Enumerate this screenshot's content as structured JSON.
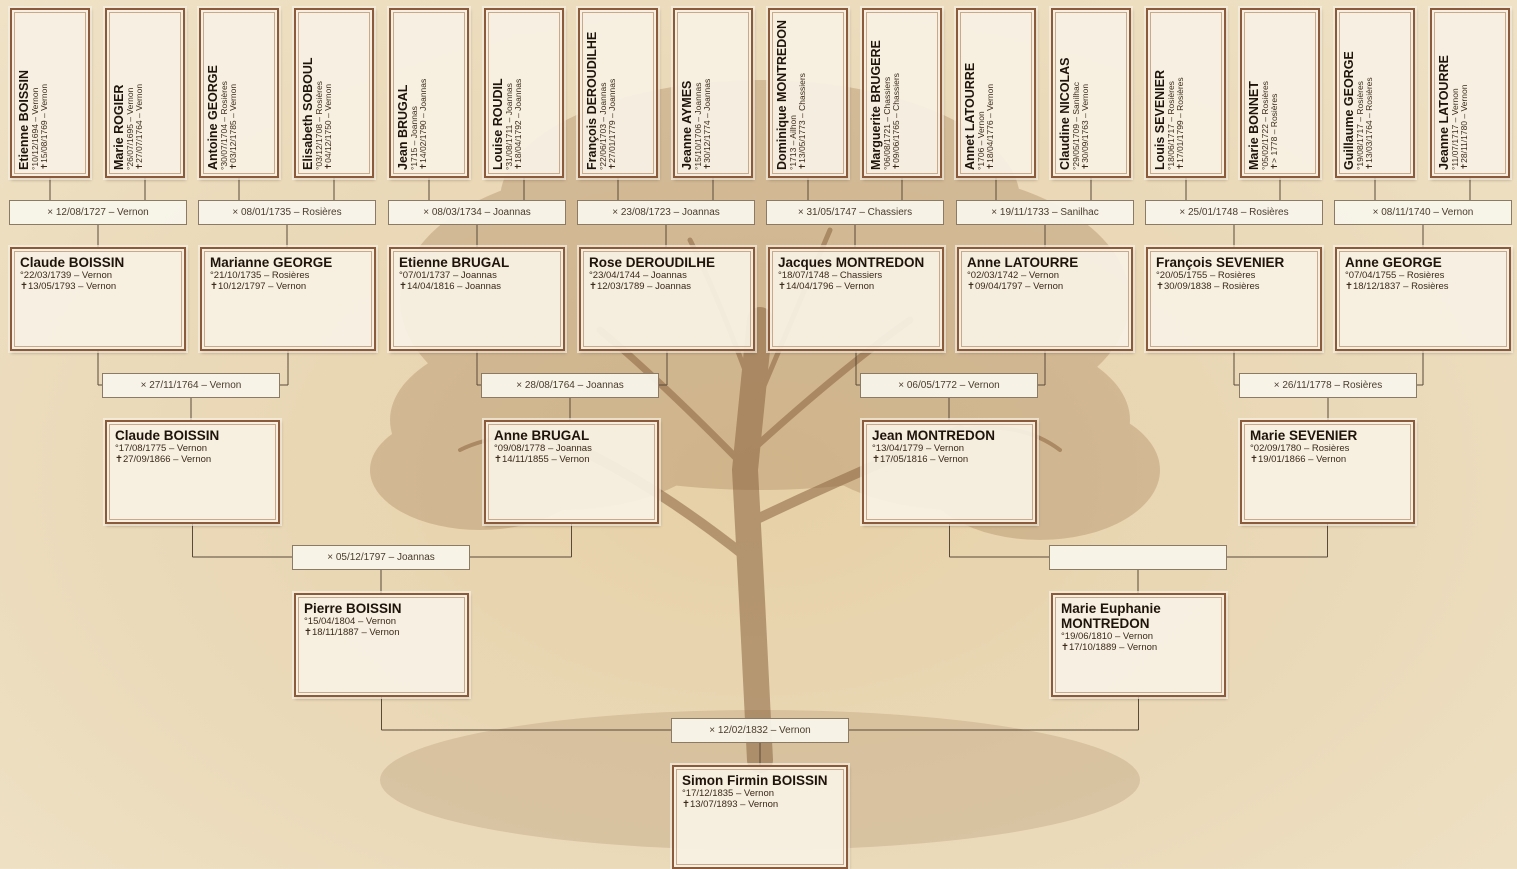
{
  "gen4": [
    {
      "name": "Etienne BOISSIN",
      "birth": "°10/12/1694 – Vernon",
      "death": "✝15/08/1769 – Vernon"
    },
    {
      "name": "Marie ROGIER",
      "birth": "°26/07/1695 – Vernon",
      "death": "✝27/07/1764 – Vernon"
    },
    {
      "name": "Antoine GEORGE",
      "birth": "°30/07/1704 – Rosières",
      "death": "✝03/12/1785 – Vernon"
    },
    {
      "name": "Elisabeth SOBOUL",
      "birth": "°03/12/1708 – Rosières",
      "death": "✝04/12/1750 – Vernon"
    },
    {
      "name": "Jean BRUGAL",
      "birth": "°1715 – Joannas",
      "death": "✝14/02/1790 – Joannas"
    },
    {
      "name": "Louise ROUDIL",
      "birth": "°31/08/1711 – Joannas",
      "death": "✝18/04/1792 – Joannas"
    },
    {
      "name": "François DEROUDILHE",
      "birth": "°22/06/1703 – Joannas",
      "death": "✝27/01/1779 – Joannas"
    },
    {
      "name": "Jeanne AYMES",
      "birth": "°15/10/1706 – Joannas",
      "death": "✝30/12/1774 – Joannas"
    },
    {
      "name": "Dominique MONTREDON",
      "birth": "°1713 – Ailhon",
      "death": "✝13/05/1773 – Chassiers"
    },
    {
      "name": "Marguerite BRUGERE",
      "birth": "°06/08/1721 – Chassiers",
      "death": "✝09/06/1765 – Chassiers"
    },
    {
      "name": "Annet LATOURRE",
      "birth": "°1706 – Vernon",
      "death": "✝18/04/1776 – Vernon"
    },
    {
      "name": "Claudine NICOLAS",
      "birth": "°29/05/1709 – Sanilhac",
      "death": "✝30/09/1763 – Vernon"
    },
    {
      "name": "Louis SEVENIER",
      "birth": "°18/06/1717 – Rosières",
      "death": "✝17/01/1799 – Rosières"
    },
    {
      "name": "Marie BONNET",
      "birth": "°05/02/1722 – Rosières",
      "death": "✝> 1778 – Rosières"
    },
    {
      "name": "Guillaume GEORGE",
      "birth": "°19/08/1717 – Rosières",
      "death": "✝13/03/1764 – Rosières"
    },
    {
      "name": "Jeanne LATOURRE",
      "birth": "°11/07/1717 – Vernon",
      "death": "✝28/11/1780 – Vernon"
    }
  ],
  "marriages4": [
    "× 12/08/1727 – Vernon",
    "× 08/01/1735 – Rosières",
    "× 08/03/1734 – Joannas",
    "× 23/08/1723 – Joannas",
    "× 31/05/1747 – Chassiers",
    "× 19/11/1733 – Sanilhac",
    "× 25/01/1748 – Rosières",
    "× 08/11/1740 – Vernon"
  ],
  "gen3": [
    {
      "name": "Claude BOISSIN",
      "birth": "°22/03/1739 – Vernon",
      "death": "✝13/05/1793 – Vernon"
    },
    {
      "name": "Marianne GEORGE",
      "birth": "°21/10/1735 – Rosières",
      "death": "✝10/12/1797 – Vernon"
    },
    {
      "name": "Etienne BRUGAL",
      "birth": "°07/01/1737 – Joannas",
      "death": "✝14/04/1816 – Joannas"
    },
    {
      "name": "Rose DEROUDILHE",
      "birth": "°23/04/1744 – Joannas",
      "death": "✝12/03/1789 – Joannas"
    },
    {
      "name": "Jacques MONTREDON",
      "birth": "°18/07/1748 – Chassiers",
      "death": "✝14/04/1796 – Vernon"
    },
    {
      "name": "Anne LATOURRE",
      "birth": "°02/03/1742 – Vernon",
      "death": "✝09/04/1797 – Vernon"
    },
    {
      "name": "François SEVENIER",
      "birth": "°20/05/1755 – Rosières",
      "death": "✝30/09/1838 – Rosières"
    },
    {
      "name": "Anne GEORGE",
      "birth": "°07/04/1755 – Rosières",
      "death": "✝18/12/1837 – Rosières"
    }
  ],
  "marriages3": [
    "× 27/11/1764 – Vernon",
    "× 28/08/1764 – Joannas",
    "× 06/05/1772 – Vernon",
    "× 26/11/1778 – Rosières"
  ],
  "gen2": [
    {
      "name": "Claude BOISSIN",
      "birth": "°17/08/1775 – Vernon",
      "death": "✝27/09/1866 – Vernon"
    },
    {
      "name": "Anne BRUGAL",
      "birth": "°09/08/1778 – Joannas",
      "death": "✝14/11/1855 – Vernon"
    },
    {
      "name": "Jean MONTREDON",
      "birth": "°13/04/1779 – Vernon",
      "death": "✝17/05/1816 – Vernon"
    },
    {
      "name": "Marie SEVENIER",
      "birth": "°02/09/1780 – Rosières",
      "death": "✝19/01/1866 – Vernon"
    }
  ],
  "marriages2": [
    "× 05/12/1797 – Joannas",
    ""
  ],
  "gen1": [
    {
      "name": "Pierre BOISSIN",
      "birth": "°15/04/1804 – Vernon",
      "death": "✝18/11/1887 – Vernon"
    },
    {
      "name": "Marie Euphanie MONTREDON",
      "birth": "°19/06/1810 – Vernon",
      "death": "✝17/10/1889 – Vernon"
    }
  ],
  "marriages1": [
    "× 12/02/1832 – Vernon"
  ],
  "root": {
    "name": "Simon Firmin BOISSIN",
    "birth": "°17/12/1835 – Vernon",
    "death": "✝13/07/1893 – Vernon"
  },
  "colors": {
    "background": "#e9d7b4",
    "card_border": "#8a5a3a",
    "line": "#5a4a3a",
    "tree": "#a8825a"
  }
}
